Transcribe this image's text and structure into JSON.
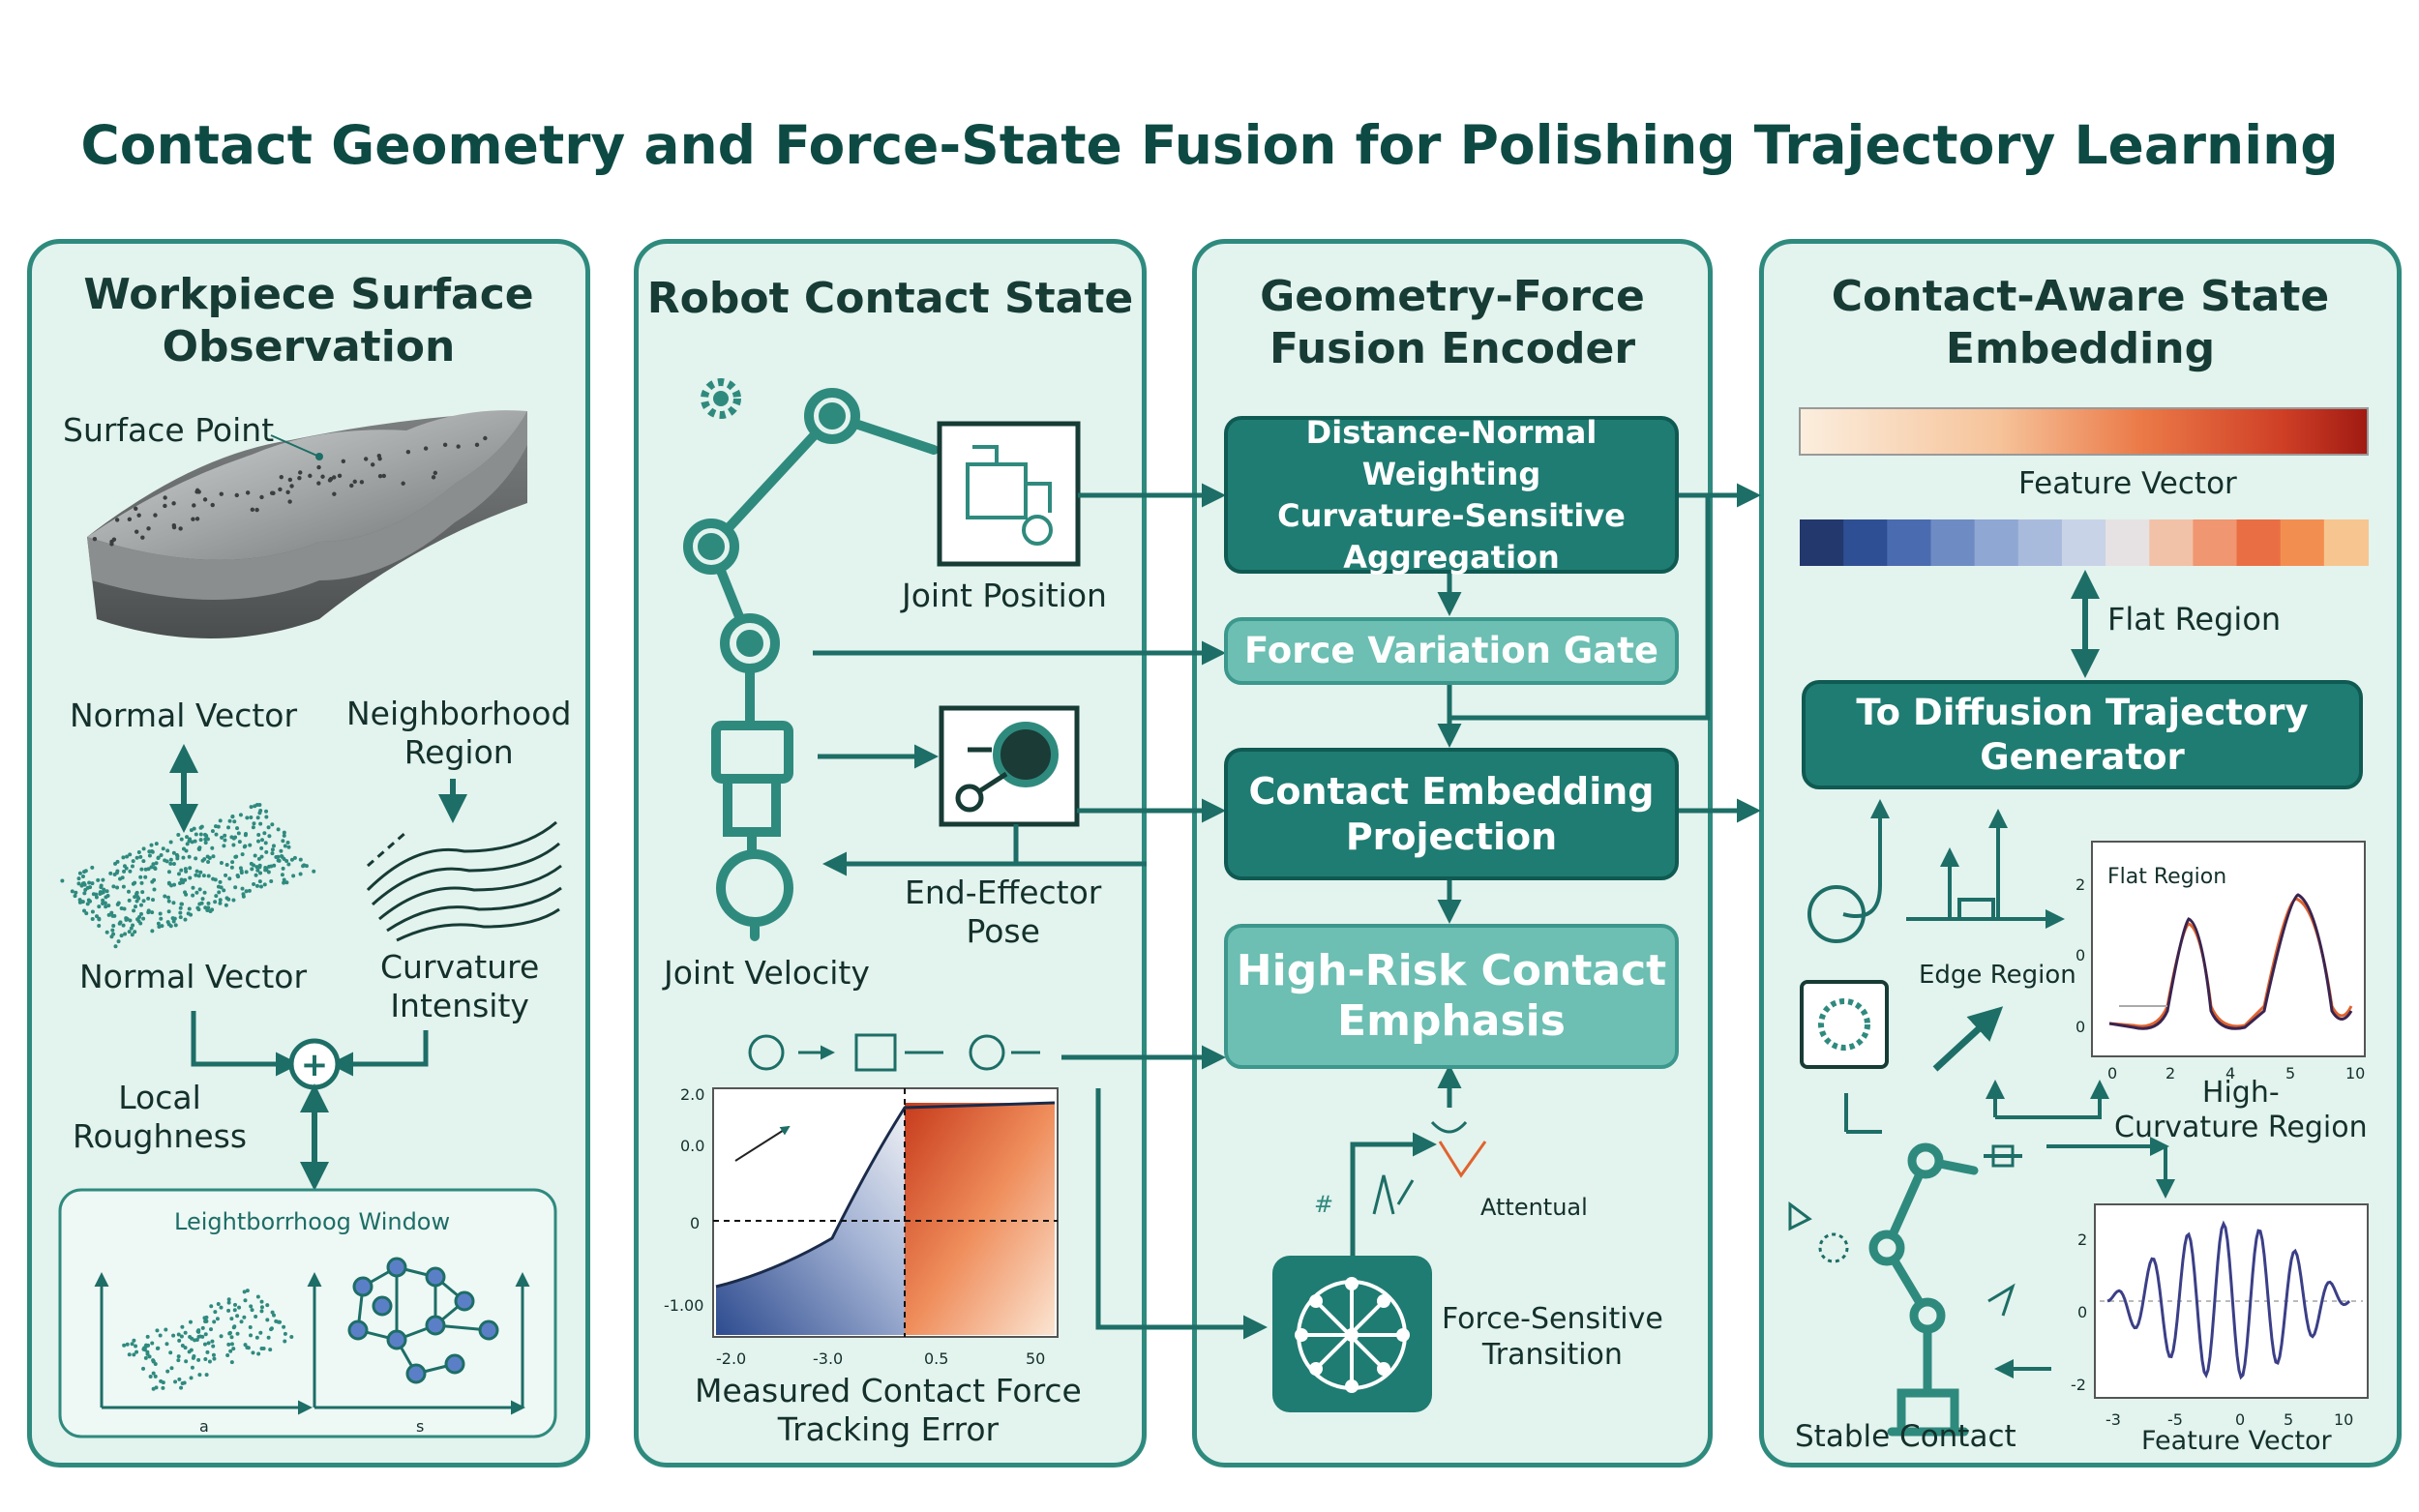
{
  "title": "Contact Geometry and Force-State Fusion for Polishing Trajectory Learning",
  "panel1": {
    "title_line1": "Workpiece Surface",
    "title_line2": "Observation",
    "surface_point": "Surface Point",
    "normal_vector_top": "Normal Vector",
    "neighborhood_line1": "Neighborhood",
    "neighborhood_line2": "Region",
    "normal_vector_bottom": "Normal Vector",
    "curvature_line1": "Curvature",
    "curvature_line2": "Intensity",
    "local_line1": "Local",
    "local_line2": "Roughness",
    "window_label": "Leightborrhoog Window",
    "window_tick_a": "a",
    "window_tick_b": "s"
  },
  "panel2": {
    "title": "Robot Contact State",
    "joint_position": "Joint Position",
    "end_effector_line1": "End-Effector",
    "end_effector_line2": "Pose",
    "joint_velocity": "Joint Velocity",
    "caption_line1": "Measured Contact Force",
    "caption_line2": "Tracking Error",
    "y_ticks": [
      "2.0",
      "0.0",
      "0",
      "-1.00"
    ],
    "x_ticks": [
      "-2.0",
      "-3.0",
      "0.5",
      "50"
    ]
  },
  "panel3": {
    "title_line1": "Geometry-Force",
    "title_line2": "Fusion Encoder",
    "box1_line1": "Distance-Normal Weighting",
    "box1_line2": "Curvature-Sensitive",
    "box1_line3": "Aggregation",
    "box2": "Force Variation Gate",
    "box3_line1": "Contact Embedding",
    "box3_line2": "Projection",
    "box4_line1": "High-Risk Contact",
    "box4_line2": "Emphasis",
    "attention": "Attentual",
    "hash": "#",
    "transition_line1": "Force-Sensitive",
    "transition_line2": "Transition"
  },
  "panel4": {
    "title_line1": "Contact-Aware State",
    "title_line2": "Embedding",
    "feature_vector_top": "Feature Vector",
    "flat_region_arrow": "Flat Region",
    "gen_line1": "To Diffusion Trajectory",
    "gen_line2": "Generator",
    "edge_region": "Edge Region",
    "high_curv_line1": "High-",
    "high_curv_line2": "Curvature Region",
    "stable_contact": "Stable Contact",
    "feature_vector_bottom": "Feature Vector",
    "plot1_legend": "Flat Region",
    "plot1_y_ticks": [
      "2",
      "0",
      "0"
    ],
    "plot1_x_ticks": [
      "0",
      "2",
      "4",
      "5",
      "10"
    ],
    "plot2_y_ticks": [
      "2",
      "0",
      "-2"
    ],
    "plot2_x_ticks": [
      "-3",
      "-5",
      "0",
      "5",
      "10"
    ]
  },
  "colors": {
    "teal_dark": "#1f7c72",
    "teal_light": "#6cbfb2",
    "panel_bg": "#e3f3ee",
    "panel_border": "#2f8a7e",
    "arrow": "#1d6e66"
  }
}
